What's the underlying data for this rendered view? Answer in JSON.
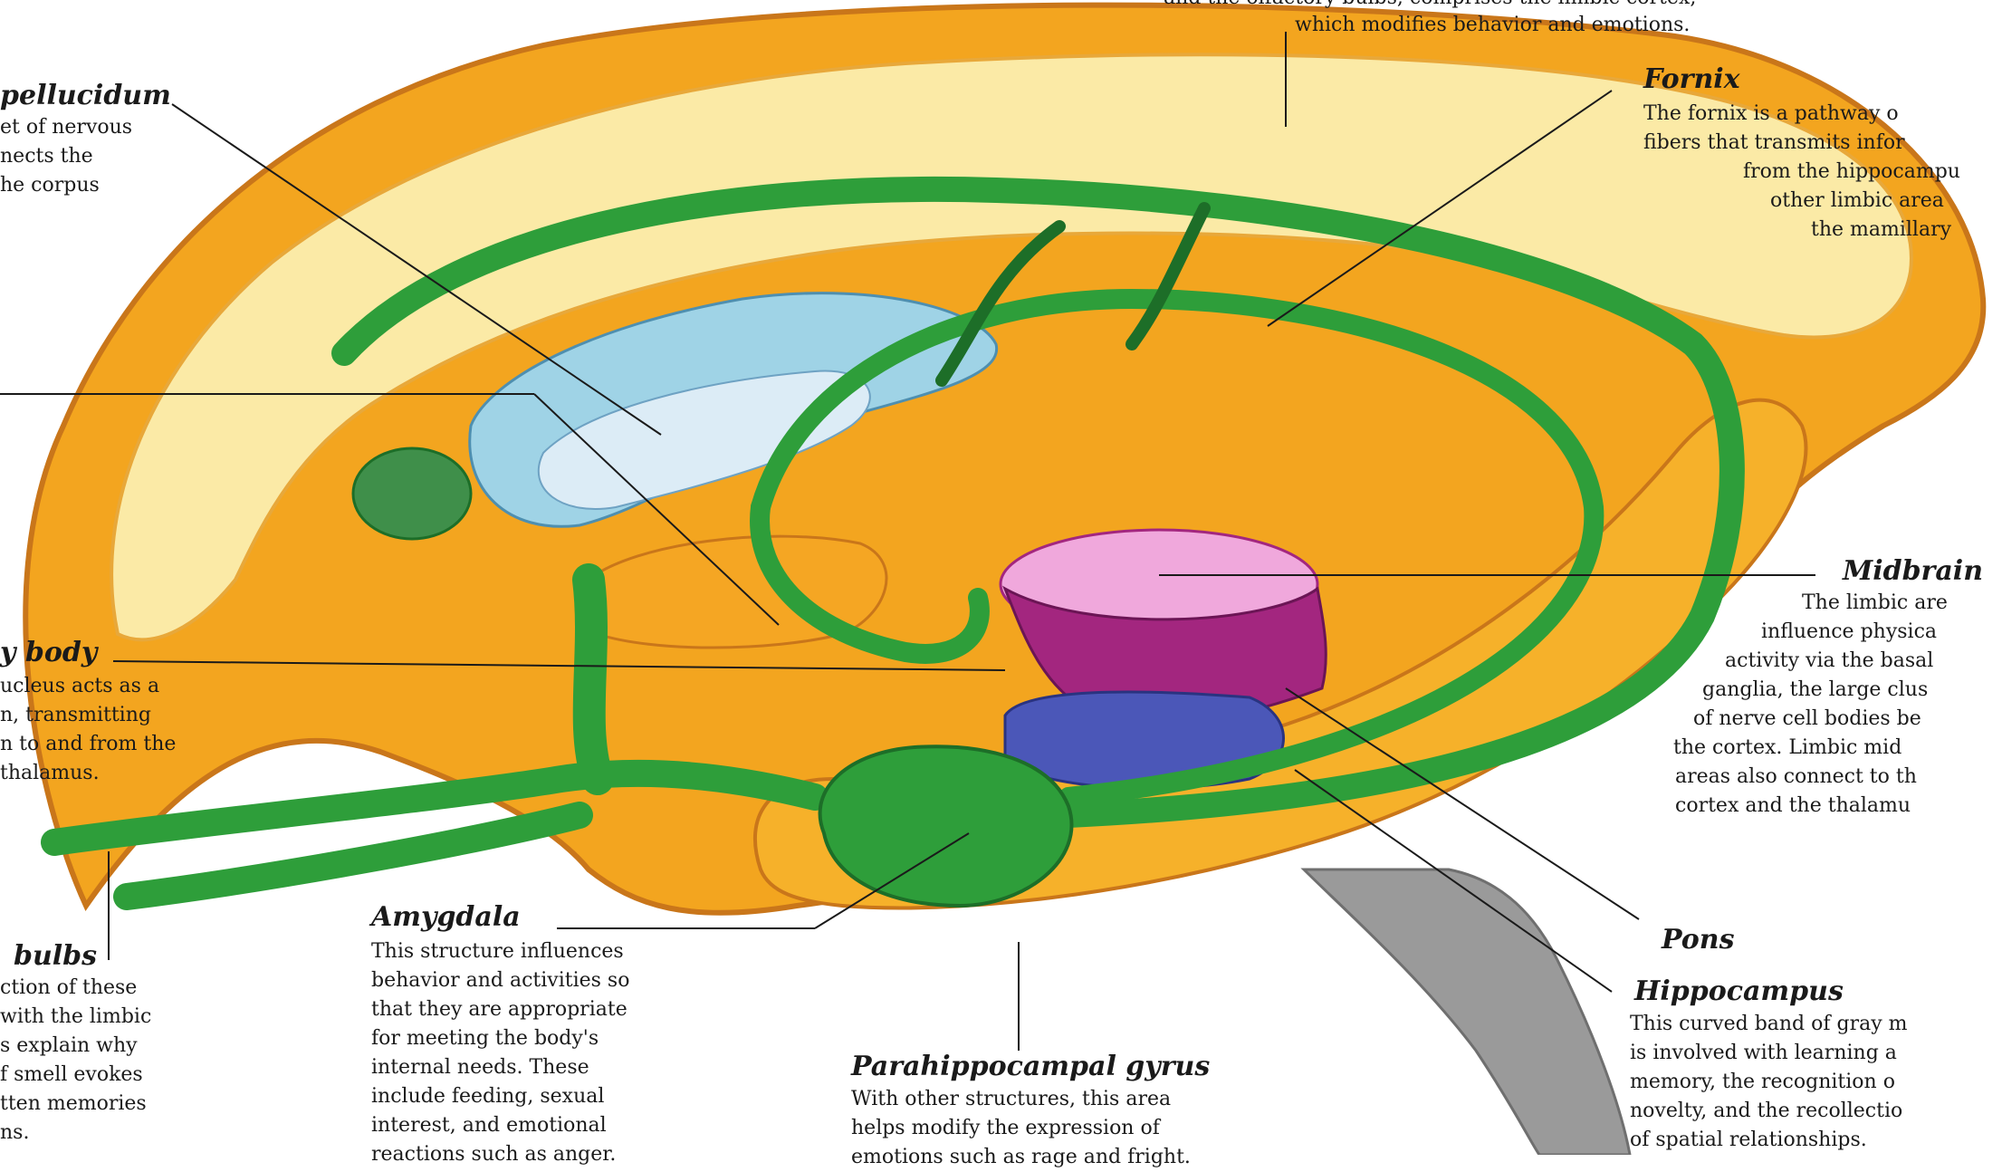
{
  "labels": {
    "top_cut": "and the olfactory bulbs, comprises the limbic cortex,",
    "top_tail": "which modifies behavior and emotions.",
    "septum_title": "pellucidum",
    "septum_l1": "et of nervous",
    "septum_l2": "nects the",
    "septum_l3": "he corpus",
    "fornix_title": "Fornix",
    "fornix_l1": "The fornix is a pathway o",
    "fornix_l2": "fibers that transmits infor",
    "fornix_l3": "from the hippocampu",
    "fornix_l4": "other limbic area",
    "fornix_l5": "the mamillary",
    "mamillary_title": "y body",
    "mamillary_l1": "ucleus acts as a",
    "mamillary_l2": "n, transmitting",
    "mamillary_l3": "n to and from the",
    "mamillary_l4": "thalamus.",
    "midbrain_title": "Midbrain",
    "midbrain_l1": "The limbic are",
    "midbrain_l2": "influence physica",
    "midbrain_l3": "activity via the basal",
    "midbrain_l4": "ganglia, the large clus",
    "midbrain_l5": "of nerve cell bodies be",
    "midbrain_l6": "the cortex. Limbic mid",
    "midbrain_l7": "areas also connect to th",
    "midbrain_l8": "cortex and the thalamu",
    "bulbs_title": "bulbs",
    "bulbs_l1": "ction of these",
    "bulbs_l2": "with the limbic",
    "bulbs_l3": "s explain why",
    "bulbs_l4": "f smell evokes",
    "bulbs_l5": "tten memories",
    "bulbs_l6": "ns.",
    "amygdala_title": "Amygdala",
    "amygdala_l1": "This structure influences",
    "amygdala_l2": "behavior and activities so",
    "amygdala_l3": "that they are appropriate",
    "amygdala_l4": "for meeting the body's",
    "amygdala_l5": "internal needs. These",
    "amygdala_l6": "include feeding, sexual",
    "amygdala_l7": "interest, and emotional",
    "amygdala_l8": "reactions such as anger.",
    "para_title": "Parahippocampal gyrus",
    "para_l1": "With other structures, this area",
    "para_l2": "helps modify the expression of",
    "para_l3": "emotions such as rage and fright.",
    "pons_title": "Pons",
    "hippo_title": "Hippocampus",
    "hippo_l1": "This curved band of gray m",
    "hippo_l2": "is involved with learning a",
    "hippo_l3": "memory, the recognition o",
    "hippo_l4": "novelty, and the recollectio",
    "hippo_l5": "of spatial relationships."
  },
  "colors": {
    "cortex_fill": "#fbeaa6",
    "cortex_rim": "#f3a51f",
    "fornix_green": "#2e9e3a",
    "fornix_dark": "#1d6e28",
    "ventricle_blue": "#9fd3e6",
    "midbrain_pink": "#f0a8dc",
    "midbrain_purple": "#a3267f",
    "pons_blue": "#4b57b8",
    "brainstem_gray": "#9a9a9a",
    "leader_line": "#1a1a1a"
  }
}
